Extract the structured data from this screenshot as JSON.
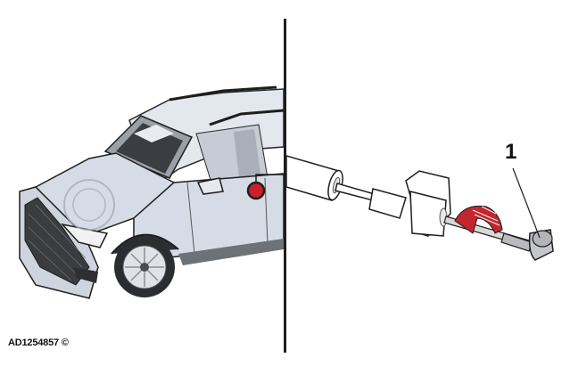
{
  "figure": {
    "document_id": "AD1254857 ©",
    "left_panel": {
      "subject": "car-cutaway-illustration",
      "highlight_marker": {
        "color": "#cc1f2a",
        "position": "driver door, B-pillar area"
      }
    },
    "right_panel": {
      "subject": "tool-assembly-illustration",
      "callouts": [
        {
          "number": "1",
          "target": "end cap / hammer head of tool"
        }
      ],
      "highlight_part_color": "#c1272d"
    },
    "colors": {
      "car_body": "#d6dce6",
      "outline": "#1e1e1e",
      "tool_gray": "#b9bbbe",
      "accent_red": "#c1272d"
    }
  }
}
